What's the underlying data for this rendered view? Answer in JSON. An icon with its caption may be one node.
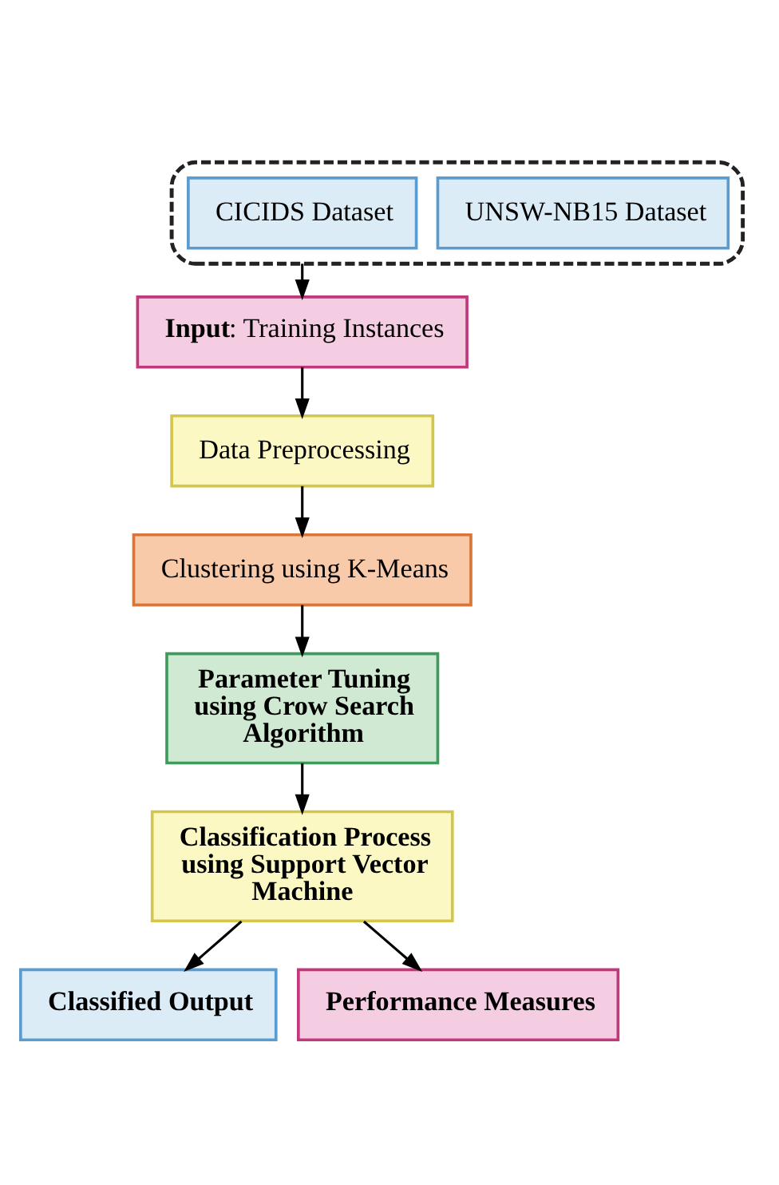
{
  "diagram": {
    "nodes": [
      {
        "text": [],
        "shape": "box"
      },
      {
        "text": [
          "UNSW-NB15 Dataset"
        ],
        "in": 0
      },
      {
        "text": [
          "CICIDS Dataset"
        ],
        "in": 0
      },
      {
        "text": [
          "**Input**: Training Instances"
        ]
      },
      {
        "text": [
          "Data Preprocessing"
        ]
      },
      {
        "text": [
          "Clustering using K-Means"
        ]
      },
      {
        "text": [
          "Parameter Tuning using Crow Search Algorithm"
        ]
      },
      {
        "text": [
          "Classification Process using Support Vector Machine"
        ]
      },
      {
        "text": [
          "Classified Output"
        ]
      },
      {
        "text": [
          "Performance Measures"
        ]
      }
    ],
    "edges": [
      {
        "from": 0,
        "to": 3,
        "arrow": "to"
      },
      {
        "from": 3,
        "to": 4,
        "arrow": "to"
      },
      {
        "from": 4,
        "to": 5,
        "arrow": "to"
      },
      {
        "from": 5,
        "to": 6,
        "arrow": "to"
      },
      {
        "from": 6,
        "to": 7,
        "arrow": "to"
      },
      {
        "from": 7,
        "to": 8,
        "arrow": "to"
      },
      {
        "from": 7,
        "to": 9,
        "arrow": "to"
      }
    ]
  }
}
